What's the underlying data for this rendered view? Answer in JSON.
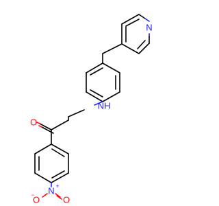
{
  "molecule": {
    "colors": {
      "carbon_bond": "#000000",
      "nitrogen": "#2020ff",
      "oxygen": "#ff0d0d",
      "background": "#ffffff"
    },
    "labels": {
      "pyridine_n": "N",
      "amine_nh": "NH",
      "ketone_o": "O",
      "nitro_n": "N",
      "nitro_n_charge": "+",
      "nitro_o_left": "O",
      "nitro_o_left_charge": "−",
      "nitro_o_right": "O"
    }
  }
}
